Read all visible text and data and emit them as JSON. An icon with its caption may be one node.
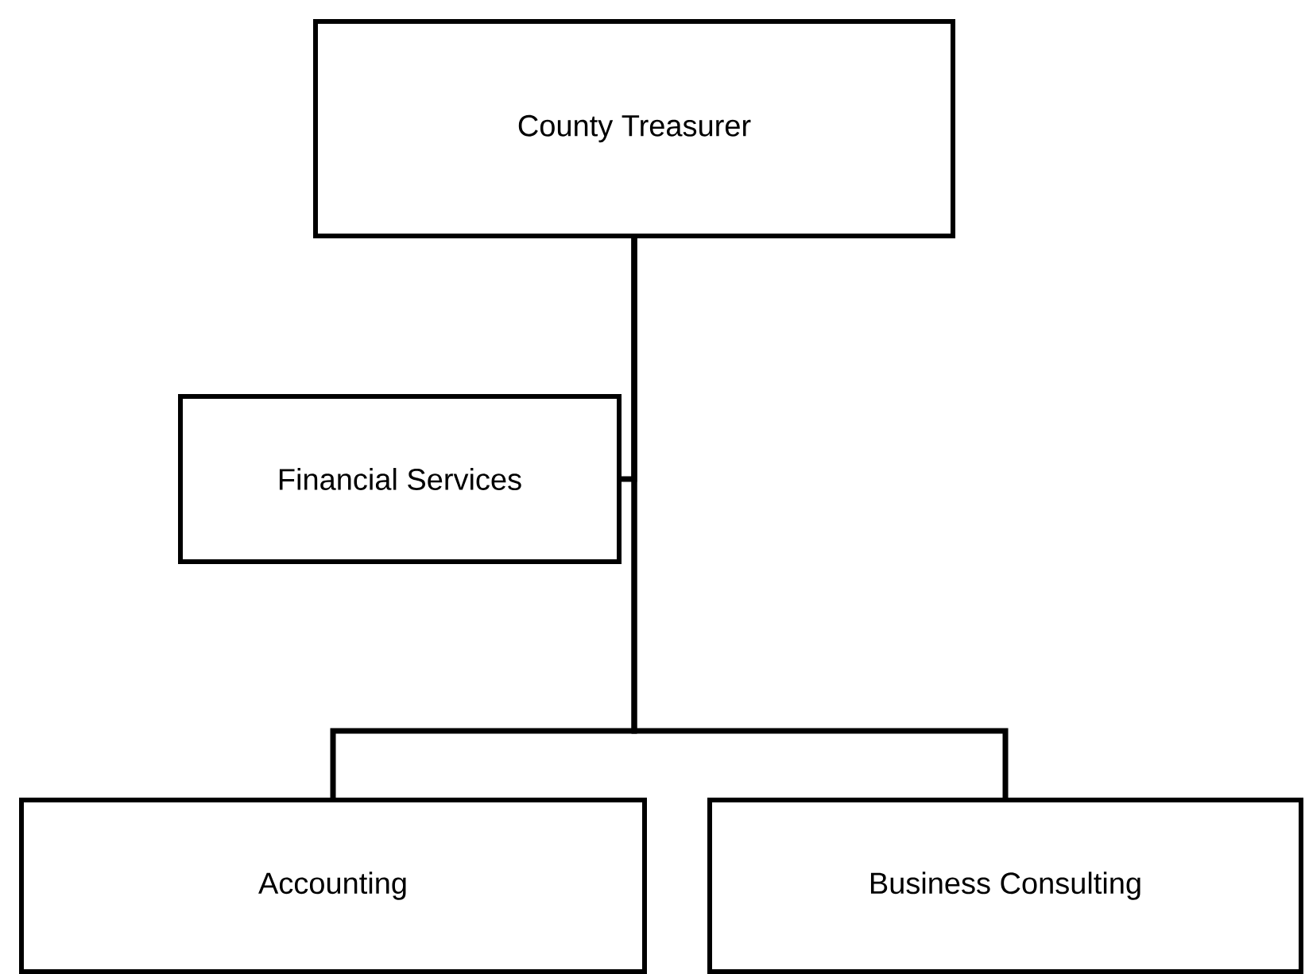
{
  "diagram": {
    "nodes": [
      {
        "text": [
          "County Treasurer"
        ]
      },
      {
        "text": [
          "Financial Services"
        ]
      },
      {
        "text": [
          "Accounting"
        ]
      },
      {
        "text": [
          "Business Consulting"
        ]
      }
    ],
    "edges": [
      {
        "from": 0,
        "to": 1,
        "arrow": "none"
      },
      {
        "from": 0,
        "to": 2,
        "arrow": "none"
      },
      {
        "from": 0,
        "to": 3,
        "arrow": "none"
      }
    ]
  }
}
